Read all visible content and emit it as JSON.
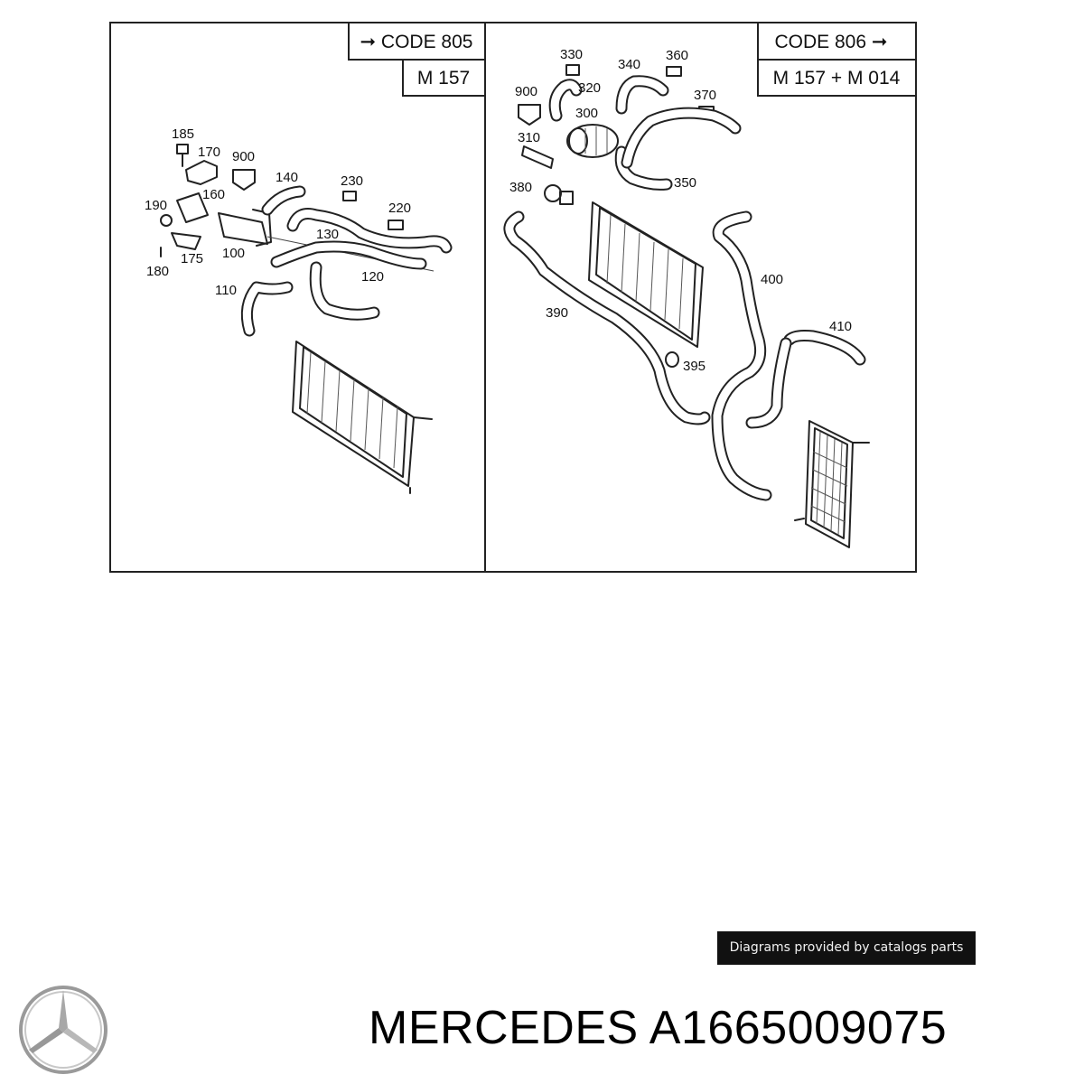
{
  "diagram": {
    "left_panel": {
      "code": "➞ CODE 805",
      "engine": "M 157",
      "callouts": [
        "185",
        "170",
        "900",
        "160",
        "140",
        "230",
        "220",
        "190",
        "130",
        "100",
        "175",
        "180",
        "120",
        "110"
      ]
    },
    "right_panel": {
      "code": "CODE 806 ➞",
      "engine": "M 157 + M 014",
      "callouts": [
        "330",
        "360",
        "340",
        "900",
        "320",
        "370",
        "300",
        "310",
        "350",
        "380",
        "400",
        "390",
        "395",
        "410"
      ]
    }
  },
  "credit_text": "Diagrams provided by catalogs parts",
  "product_title": "MERCEDES A1665009075",
  "brand_logo": "mercedes-star-logo"
}
